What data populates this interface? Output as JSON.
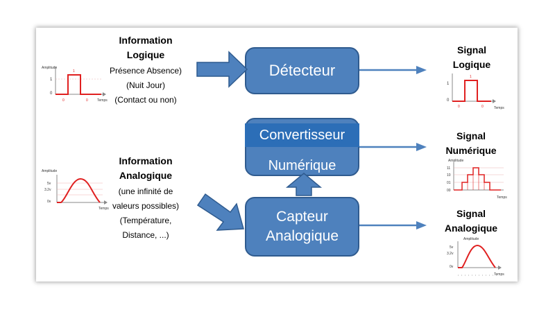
{
  "info_logique": {
    "title_line1": "Information",
    "title_line2": "Logique",
    "lines": [
      "Présence Absence)",
      "(Nuit Jour)",
      "(Contact ou non)"
    ]
  },
  "info_analogique": {
    "title_line1": "Information",
    "title_line2": "Analogique",
    "lines": [
      "(une infinité de",
      "valeurs possibles)",
      "(Température,",
      "Distance, ...)"
    ]
  },
  "detecteur": {
    "label": "Détecteur"
  },
  "convertisseur": {
    "line1": "Convertisseur",
    "line2": "Numérique"
  },
  "capteur": {
    "line1": "Capteur",
    "line2": "Analogique"
  },
  "signal_logique": {
    "line1": "Signal",
    "line2": "Logique"
  },
  "signal_numerique": {
    "line1": "Signal",
    "line2": "Numérique"
  },
  "signal_analogique": {
    "line1": "Signal",
    "line2": "Analogique"
  },
  "plot_labels": {
    "amplitude": "Amplitude",
    "temps": "Temps",
    "one": "1",
    "zero": "0",
    "v5": "5v",
    "v32": "3.2v",
    "v0": "0v",
    "b11": "11",
    "b10": "10",
    "b01": "01",
    "b00": "00"
  },
  "colors": {
    "box": "#4e81bd",
    "box_border": "#2f5b8f",
    "convert_band": "#2c6eb7",
    "signal": "#e02020",
    "arrow": "#4e81bd"
  }
}
